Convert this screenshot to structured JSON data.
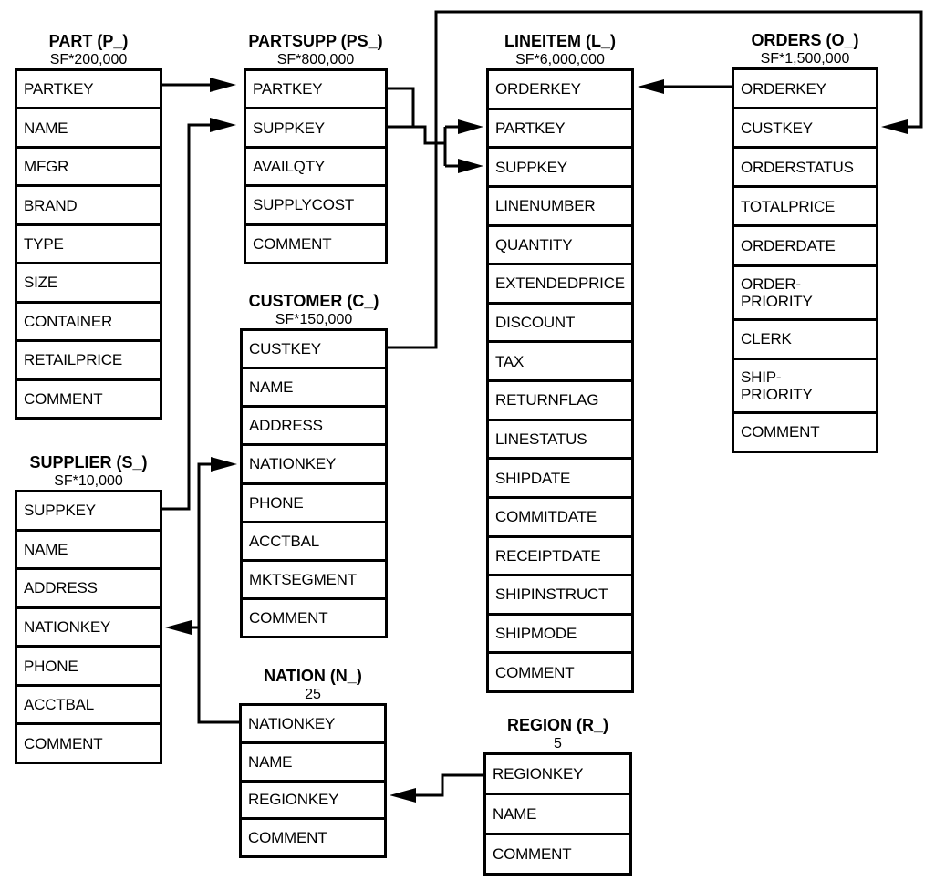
{
  "tables": {
    "part": {
      "title": "PART (P_)",
      "cardinality": "SF*200,000",
      "fields": [
        "PARTKEY",
        "NAME",
        "MFGR",
        "BRAND",
        "TYPE",
        "SIZE",
        "CONTAINER",
        "RETAILPRICE",
        "COMMENT"
      ]
    },
    "partsupp": {
      "title": "PARTSUPP (PS_)",
      "cardinality": "SF*800,000",
      "fields": [
        "PARTKEY",
        "SUPPKEY",
        "AVAILQTY",
        "SUPPLYCOST",
        "COMMENT"
      ]
    },
    "lineitem": {
      "title": "LINEITEM (L_)",
      "cardinality": "SF*6,000,000",
      "fields": [
        "ORDERKEY",
        "PARTKEY",
        "SUPPKEY",
        "LINENUMBER",
        "QUANTITY",
        "EXTENDEDPRICE",
        "DISCOUNT",
        "TAX",
        "RETURNFLAG",
        "LINESTATUS",
        "SHIPDATE",
        "COMMITDATE",
        "RECEIPTDATE",
        "SHIPINSTRUCT",
        "SHIPMODE",
        "COMMENT"
      ]
    },
    "orders": {
      "title": "ORDERS (O_)",
      "cardinality": "SF*1,500,000",
      "fields": [
        "ORDERKEY",
        "CUSTKEY",
        "ORDERSTATUS",
        "TOTALPRICE",
        "ORDERDATE",
        "ORDER-\nPRIORITY",
        "CLERK",
        "SHIP-\nPRIORITY",
        "COMMENT"
      ]
    },
    "supplier": {
      "title": "SUPPLIER (S_)",
      "cardinality": "SF*10,000",
      "fields": [
        "SUPPKEY",
        "NAME",
        "ADDRESS",
        "NATIONKEY",
        "PHONE",
        "ACCTBAL",
        "COMMENT"
      ]
    },
    "customer": {
      "title": "CUSTOMER (C_)",
      "cardinality": "SF*150,000",
      "fields": [
        "CUSTKEY",
        "NAME",
        "ADDRESS",
        "NATIONKEY",
        "PHONE",
        "ACCTBAL",
        "MKTSEGMENT",
        "COMMENT"
      ]
    },
    "nation": {
      "title": "NATION (N_)",
      "cardinality": "25",
      "fields": [
        "NATIONKEY",
        "NAME",
        "REGIONKEY",
        "COMMENT"
      ]
    },
    "region": {
      "title": "REGION (R_)",
      "cardinality": "5",
      "fields": [
        "REGIONKEY",
        "NAME",
        "COMMENT"
      ]
    }
  },
  "relationships": [
    {
      "from": "PART.PARTKEY",
      "to": "PARTSUPP.PARTKEY"
    },
    {
      "from": "SUPPLIER.SUPPKEY",
      "to": "PARTSUPP.SUPPKEY"
    },
    {
      "from": "PARTSUPP.PARTKEY",
      "to": "LINEITEM.PARTKEY"
    },
    {
      "from": "PARTSUPP.SUPPKEY",
      "to": "LINEITEM.SUPPKEY"
    },
    {
      "from": "ORDERS.ORDERKEY",
      "to": "LINEITEM.ORDERKEY"
    },
    {
      "from": "CUSTOMER.CUSTKEY",
      "to": "ORDERS.CUSTKEY"
    },
    {
      "from": "NATION.NATIONKEY",
      "to": "CUSTOMER.NATIONKEY"
    },
    {
      "from": "NATION.NATIONKEY",
      "to": "SUPPLIER.NATIONKEY"
    },
    {
      "from": "REGION.REGIONKEY",
      "to": "NATION.REGIONKEY"
    }
  ],
  "colors": {
    "line": "#000000",
    "background": "#ffffff"
  }
}
